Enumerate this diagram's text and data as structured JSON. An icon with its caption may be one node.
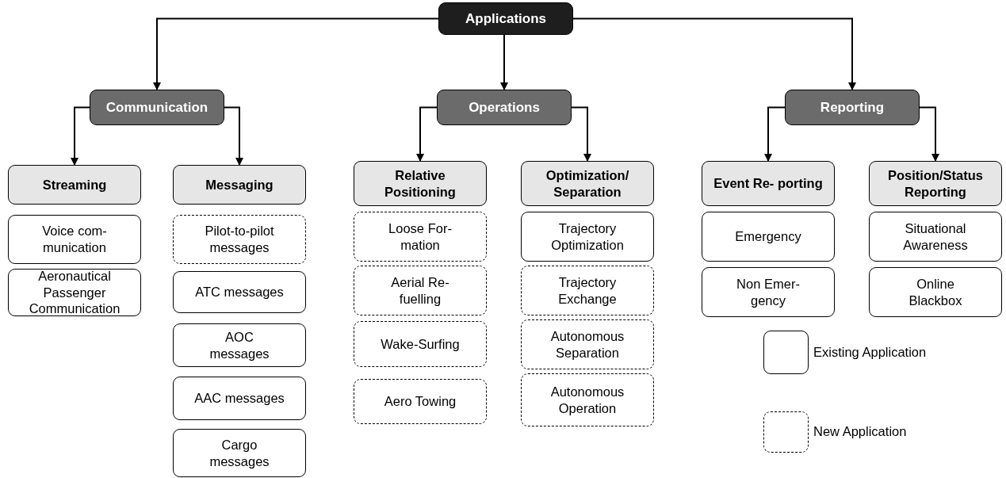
{
  "diagram": {
    "nodes": [
      {
        "text": [
          "Applications"
        ]
      },
      {
        "text": [
          "Communication"
        ]
      },
      {
        "text": [
          "Operations"
        ]
      },
      {
        "text": [
          "Reporting"
        ]
      },
      {
        "text": [
          "Streaming"
        ]
      },
      {
        "text": [
          "Messaging"
        ]
      },
      {
        "text": [
          "Relative Positioning"
        ]
      },
      {
        "text": [
          "Optimization/ Separation"
        ]
      },
      {
        "text": [
          "Event Re- porting"
        ]
      },
      {
        "text": [
          "Position/Status Reporting"
        ]
      },
      {
        "text": [
          "Voice com- munication"
        ]
      },
      {
        "text": [
          "Aeronautical Passenger Communication"
        ]
      },
      {
        "text": [
          "Pilot-to-pilot messages"
        ]
      },
      {
        "text": [
          "ATC messages"
        ]
      },
      {
        "text": [
          "AOC messages"
        ]
      },
      {
        "text": [
          "AAC messages"
        ]
      },
      {
        "text": [
          "Cargo messages"
        ]
      },
      {
        "text": [
          "Loose For- mation"
        ]
      },
      {
        "text": [
          "Aerial Re- fuelling"
        ]
      },
      {
        "text": [
          "Wake-Surfing"
        ]
      },
      {
        "text": [
          "Aero Towing"
        ]
      },
      {
        "text": [
          "Trajectory Optimization"
        ]
      },
      {
        "text": [
          "Trajectory Exchange"
        ]
      },
      {
        "text": [
          "Autonomous Separation"
        ]
      },
      {
        "text": [
          "Autonomous Operation"
        ]
      },
      {
        "text": [
          "Emergency"
        ]
      },
      {
        "text": [
          "Non Emer- gency"
        ]
      },
      {
        "text": [
          "Situational Awareness"
        ]
      },
      {
        "text": [
          "Online Blackbox"
        ]
      }
    ],
    "edges": [
      {
        "from": 0,
        "to": 1,
        "arrow": "to"
      },
      {
        "from": 0,
        "to": 2,
        "arrow": "to"
      },
      {
        "from": 0,
        "to": 3,
        "arrow": "to"
      },
      {
        "from": 1,
        "to": 4,
        "arrow": "to"
      },
      {
        "from": 1,
        "to": 5,
        "arrow": "to"
      },
      {
        "from": 2,
        "to": 6,
        "arrow": "to"
      },
      {
        "from": 2,
        "to": 7,
        "arrow": "to"
      },
      {
        "from": 3,
        "to": 8,
        "arrow": "to"
      },
      {
        "from": 3,
        "to": 9,
        "arrow": "to"
      }
    ],
    "legend": [
      {
        "text": "Existing Application"
      },
      {
        "text": "New Application"
      }
    ]
  }
}
